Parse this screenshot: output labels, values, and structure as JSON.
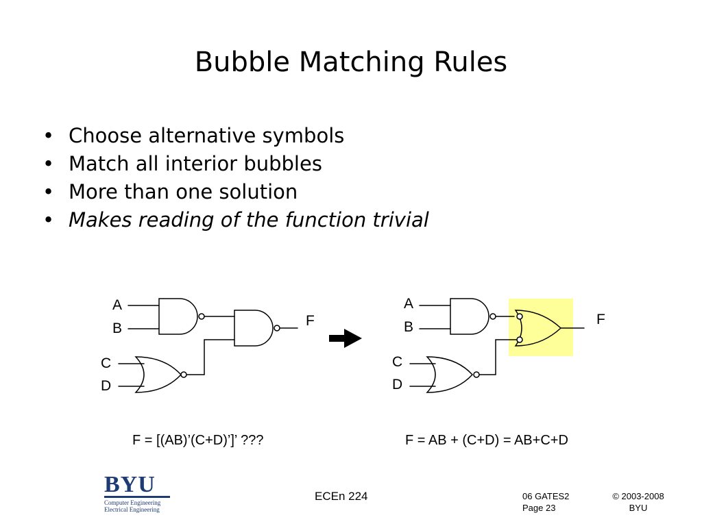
{
  "slide": {
    "title": "Bubble Matching Rules",
    "bullets": [
      {
        "text": "Choose alternative symbols",
        "italic": false
      },
      {
        "text": "Match all interior bubbles",
        "italic": false
      },
      {
        "text": "More than one solution",
        "italic": false
      },
      {
        "text": "Makes reading of the function trivial",
        "italic": true
      }
    ],
    "bullet_glyph": "•"
  },
  "diagram": {
    "left": {
      "inputs": [
        "A",
        "B",
        "C",
        "D"
      ],
      "output": "F",
      "equation": "F = [(AB)’(C+D)’]’  ???"
    },
    "right": {
      "inputs": [
        "A",
        "B",
        "C",
        "D"
      ],
      "output": "F",
      "equation": "F = AB + (C+D) = AB+C+D",
      "highlight_color": "#ffff99"
    },
    "arrow_icon": "right-arrow-icon"
  },
  "footer": {
    "logo": {
      "name": "BYU",
      "line1": "Computer Engineering",
      "line2": "Electrical Engineering",
      "color": "#1f3b73"
    },
    "course": "ECEn 224",
    "lecture": "06 GATES2",
    "page": "Page 23",
    "copyright": "© 2003-2008",
    "org": "BYU"
  }
}
